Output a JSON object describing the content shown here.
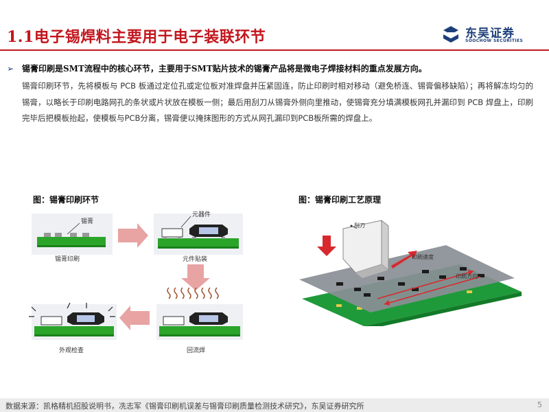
{
  "header": {
    "title": "1.1电子锡焊料主要用于电子装联环节",
    "brand_cn": "东吴证券",
    "brand_en": "SOOCHOW SECURITIES"
  },
  "body": {
    "bullet_symbol": "➢",
    "lead": "锡膏印刷是SMT流程中的核心环节，主要用于SMT贴片技术的锡膏产品将是微电子焊接材料的重点发展方向。",
    "paragraph": "锡膏印刷环节，先将模板与 PCB 板通过定位孔或定位板对准焊盘并压紧固连，防止印刷时相对移动（避免桥连、锡膏偏移缺陷）；再将解冻均匀的锡膏，以略长于印刷电路网孔的条状或片状放在模板一侧；最后用刮刀从锡膏外侧向里推动，使锡膏充分填满模板网孔并漏印到 PCB 焊盘上，印刷完毕后把模板抬起，使模板与PCB分离，锡膏便以掩抹图形的方式从网孔漏印到PCB板所需的焊盘上。"
  },
  "figure_left": {
    "caption": "图：锡膏印刷环节",
    "labels": {
      "solder_paste": "锡膏",
      "component": "元器件",
      "step1": "锡膏印刷",
      "step2": "元件贴装",
      "step3": "回流焊",
      "step4": "外观检查"
    }
  },
  "figure_right": {
    "caption": "图：锡膏印刷工艺原理",
    "labels": {
      "squeegee": "刮刀",
      "print_speed": "印刷速度",
      "print_direction": "印刷方向"
    }
  },
  "footer": {
    "source": "数据来源：凯格精机招股说明书，冼志军《锡膏印刷机误差与锡膏印刷质量检测技术研究》，东吴证券研究所",
    "page": "5"
  },
  "colors": {
    "accent": "#c2161d",
    "brand": "#1d3f7a",
    "pcb_green": "#2aa52a",
    "arrow_pink": "#e8a3a3"
  }
}
